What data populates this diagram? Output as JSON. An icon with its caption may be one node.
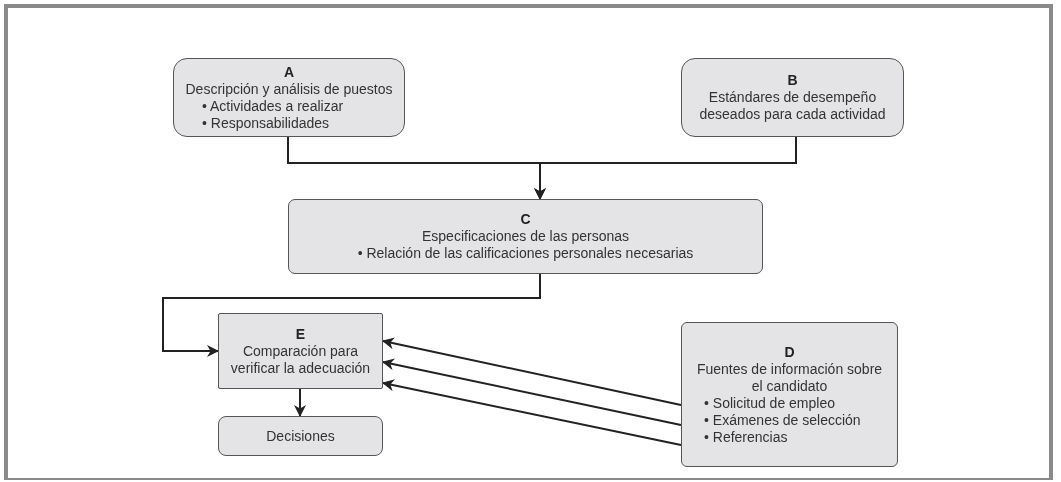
{
  "diagram": {
    "nodes": [
      {
        "text": [
          "A",
          "Descripción y análisis de puestos",
          "• Actividades a realizar",
          "• Responsabilidades"
        ]
      },
      {
        "text": [
          "B",
          "Estándares de desempeño deseados para cada actividad"
        ]
      },
      {
        "text": [
          "C",
          "Especificaciones de las personas",
          "• Relación de las calificaciones personales necesarias"
        ]
      },
      {
        "text": [
          "E",
          "Comparación para verificar la adecuación"
        ]
      },
      {
        "text": [
          "D",
          "Fuentes de información sobre el candidato",
          "• Solicitud de empleo",
          "• Exámenes de selección",
          "• Referencias"
        ]
      },
      {
        "text": [
          "Decisiones"
        ]
      }
    ],
    "edges": [
      {
        "from": 0,
        "to": 2,
        "arrow": "to"
      },
      {
        "from": 1,
        "to": 2,
        "arrow": "to"
      },
      {
        "from": 2,
        "to": 3,
        "arrow": "to"
      },
      {
        "from": 4,
        "to": 3,
        "arrow": "to"
      },
      {
        "from": 4,
        "to": 3,
        "arrow": "to"
      },
      {
        "from": 4,
        "to": 3,
        "arrow": "to"
      },
      {
        "from": 3,
        "to": 5,
        "arrow": "to"
      }
    ]
  }
}
